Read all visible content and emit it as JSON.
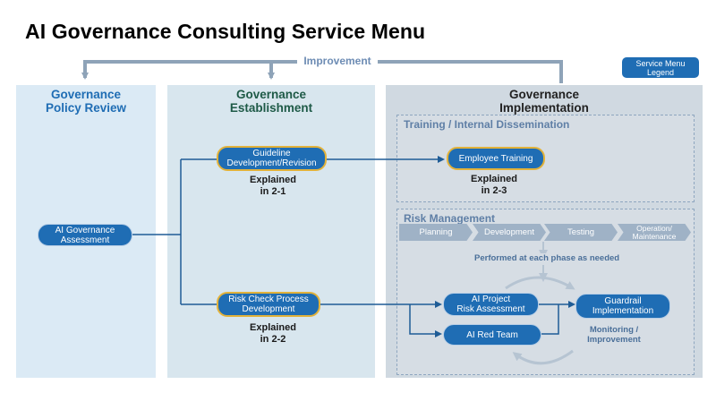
{
  "title": "AI Governance Consulting Service Menu",
  "improvement_label": "Improvement",
  "legend": {
    "line1": "Service Menu",
    "line2": "Legend"
  },
  "columns": [
    {
      "line1": "Governance",
      "line2": "Policy Review"
    },
    {
      "line1": "Governance",
      "line2": "Establishment"
    },
    {
      "line1": "Governance",
      "line2": "Implementation"
    }
  ],
  "training": {
    "title": "Training / Internal Dissemination",
    "employee_training": "Employee Training",
    "explained": {
      "line1": "Explained",
      "line2": "in 2-3"
    }
  },
  "risk": {
    "title": "Risk Management",
    "phases": [
      {
        "line1": "Planning",
        "line2": ""
      },
      {
        "line1": "Development",
        "line2": ""
      },
      {
        "line1": "Testing",
        "line2": ""
      },
      {
        "line1": "Operation/",
        "line2": "Maintenance"
      }
    ],
    "performed_note": "Performed at each phase as needed",
    "ai_project": {
      "line1": "AI Project",
      "line2": "Risk Assessment"
    },
    "red_team": "AI Red Team",
    "guardrail": {
      "line1": "Guardrail",
      "line2": "Implementation"
    },
    "monitoring": {
      "line1": "Monitoring /",
      "line2": "Improvement"
    }
  },
  "ai_assessment": {
    "line1": "AI Governance",
    "line2": "Assessment"
  },
  "guideline": {
    "line1": "Guideline",
    "line2": "Development/Revision"
  },
  "guideline_explained": {
    "line1": "Explained",
    "line2": "in 2-1"
  },
  "risk_check": {
    "line1": "Risk Check Process",
    "line2": "Development"
  },
  "risk_check_explained": {
    "line1": "Explained",
    "line2": "in 2-2"
  },
  "colors": {
    "primary_blue": "#1f6db4",
    "gold_border": "#e2b23a",
    "policy_bg": "#dbeaf5",
    "establishment_bg": "#d8e6ee",
    "implementation_bg": "#d0d9e1",
    "connector": "#8ea3b8"
  }
}
